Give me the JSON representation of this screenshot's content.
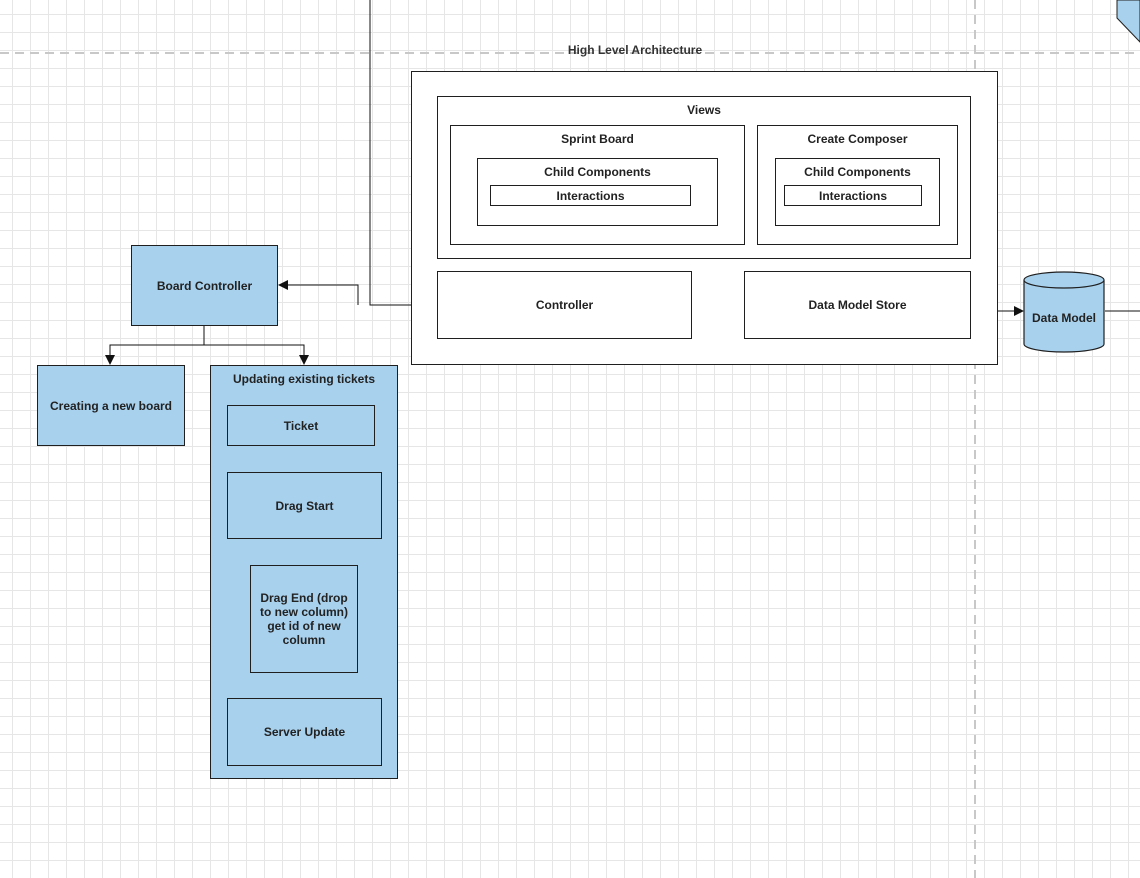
{
  "diagram": {
    "title": "High Level Architecture",
    "nodes": {
      "views": "Views",
      "sprint_board": "Sprint Board",
      "create_composer": "Create Composer",
      "child_components_left": "Child Components",
      "child_components_right": "Child Components",
      "interactions_left": "Interactions",
      "interactions_right": "Interactions",
      "controller": "Controller",
      "data_model_store": "Data Model Store",
      "data_model": "Data Model",
      "board_controller": "Board Controller",
      "creating_new_board": "Creating a new board",
      "updating_existing_tickets": "Updating existing tickets",
      "ticket": "Ticket",
      "drag_start": "Drag Start",
      "drag_end": "Drag End (drop to new column) get  id of new column",
      "server_update": "Server Update"
    }
  },
  "colors": {
    "node_fill_blue": "#a8d1ee",
    "stroke": "#1f1f1f",
    "grid": "#e6e6e6"
  }
}
